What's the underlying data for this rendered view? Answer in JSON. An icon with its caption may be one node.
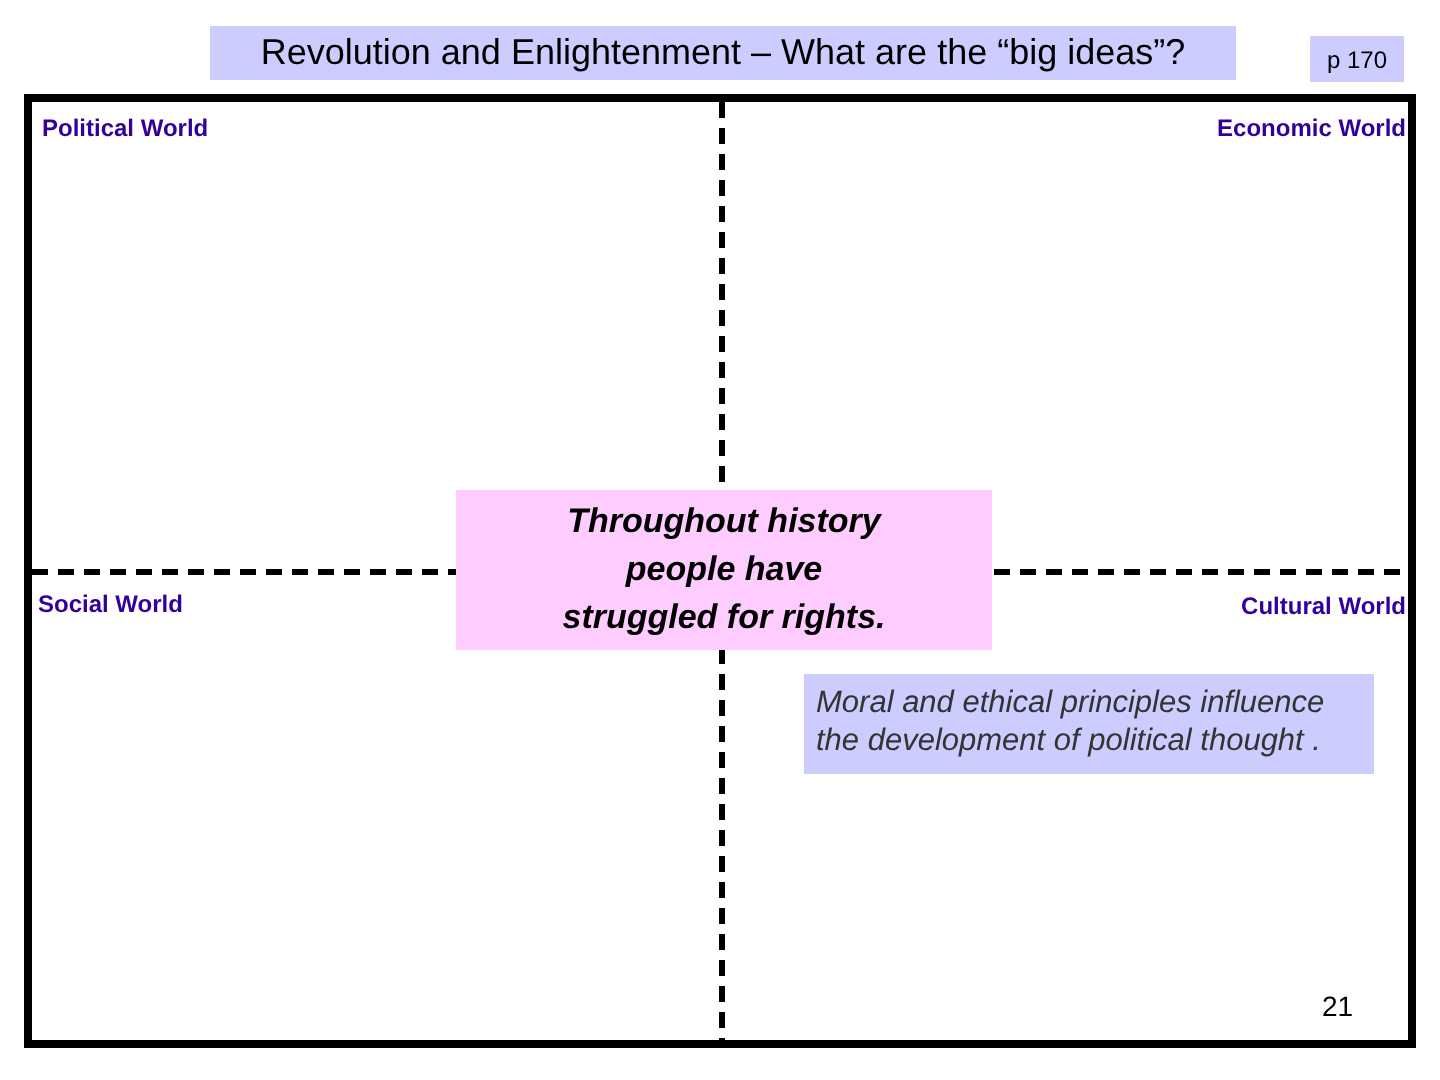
{
  "diagram": {
    "title": "Revolution and Enlightenment – What are the “big ideas”?",
    "nodes": [
      {
        "text": [
          "p 170"
        ]
      },
      {
        "text": [
          "Political World",
          "Economic World",
          "Social World",
          "Cultural World"
        ]
      },
      {
        "text": [
          "Throughout history people have struggled for rights."
        ],
        "in": 1
      },
      {
        "text": [
          "Moral and ethical principles influence the development of political thought ."
        ],
        "in": 1
      }
    ],
    "labels": [
      "21"
    ]
  }
}
